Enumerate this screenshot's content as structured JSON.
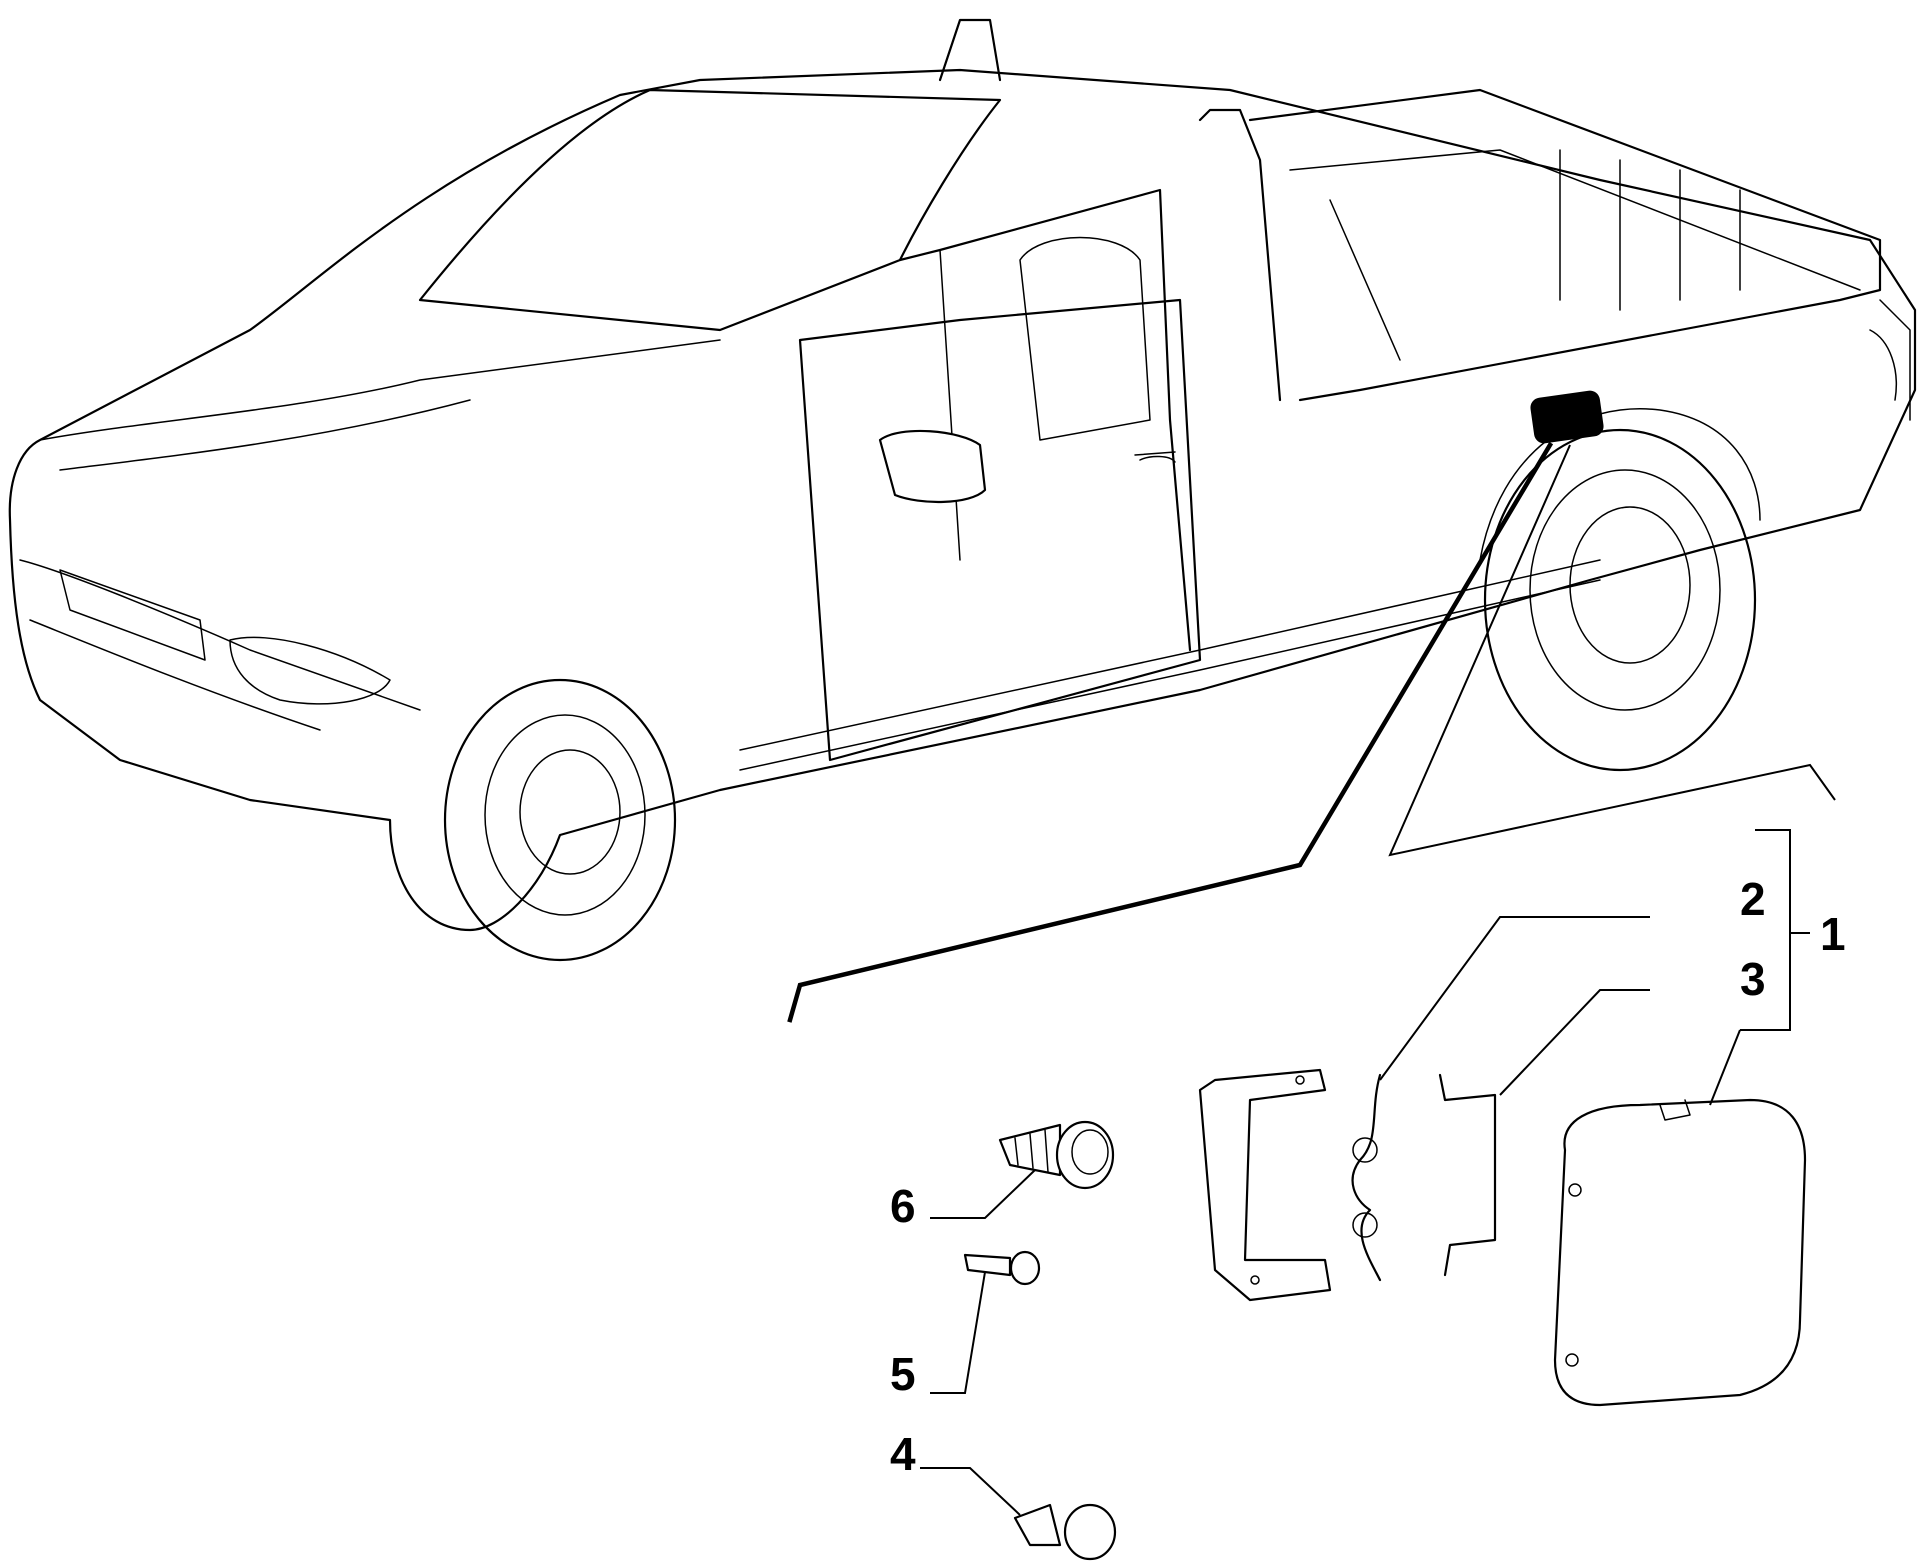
{
  "callouts": [
    {
      "id": "1",
      "label": "1",
      "part": "fuel-filler-flap-assembly"
    },
    {
      "id": "2",
      "label": "2",
      "part": "spring-clip"
    },
    {
      "id": "3",
      "label": "3",
      "part": "rod"
    },
    {
      "id": "4",
      "label": "4",
      "part": "buffer"
    },
    {
      "id": "5",
      "label": "5",
      "part": "bolt"
    },
    {
      "id": "6",
      "label": "6",
      "part": "screw"
    }
  ],
  "colors": {
    "ink": "#000000",
    "paper": "#ffffff"
  }
}
